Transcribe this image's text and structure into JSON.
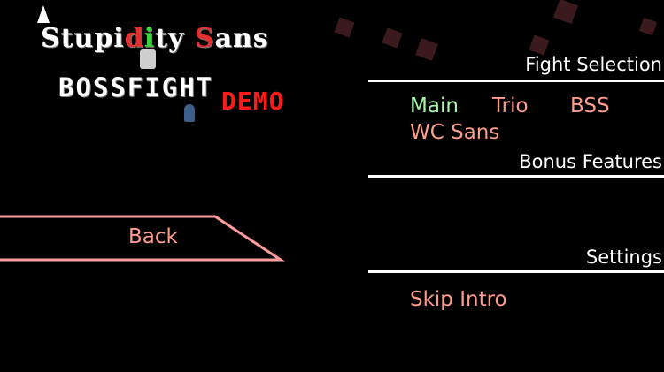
{
  "colors": {
    "background": "#000000",
    "option_text": "#ff9c8c",
    "option_selected": "#a6f5a8",
    "header_text": "#ffffff",
    "demo_red": "#ff1a1a",
    "back_outline": "#ff9c9c"
  },
  "logo": {
    "title_parts": [
      "Stupi",
      "d",
      "i",
      "ty ",
      "S",
      "ans"
    ],
    "subtitle": "BOSSFIGHT",
    "badge": "DEMO"
  },
  "back_button": {
    "label": "Back"
  },
  "fight_selection": {
    "title": "Fight Selection",
    "options": [
      {
        "label": "Main",
        "selected": true
      },
      {
        "label": "Trio",
        "selected": false
      },
      {
        "label": "BSS",
        "selected": false
      },
      {
        "label": "WC Sans",
        "selected": false
      }
    ]
  },
  "bonus_features": {
    "title": "Bonus Features"
  },
  "settings": {
    "title": "Settings",
    "options": [
      {
        "label": "Skip Intro"
      }
    ]
  }
}
